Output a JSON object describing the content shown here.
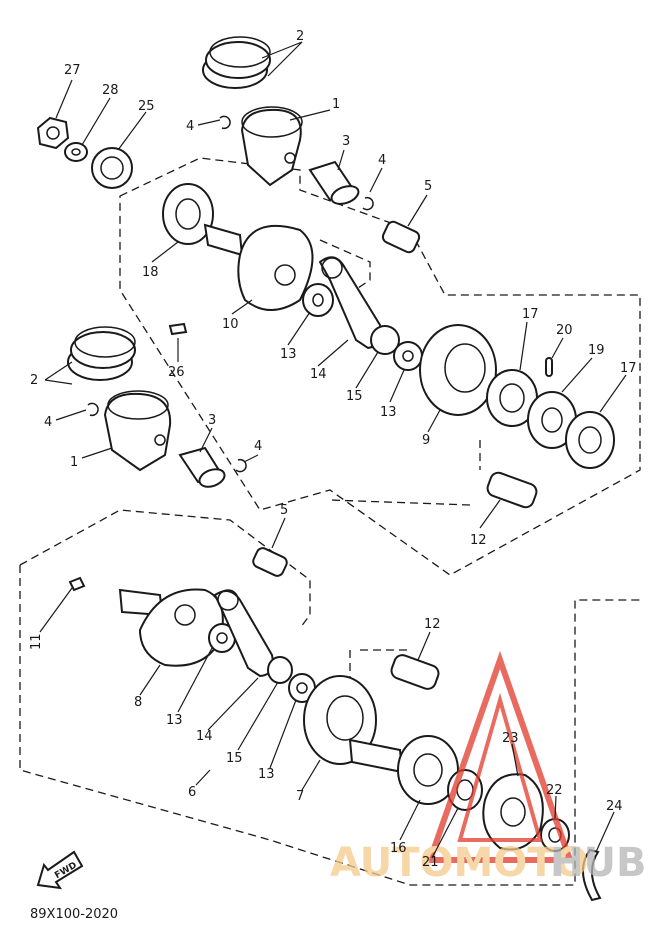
{
  "diagram_code": "89X100-2020",
  "fwd_label": "FWD",
  "watermark": {
    "left": "AUTOMOTO",
    "right": "HUB",
    "color_left": "#f5c98a",
    "color_right": "#b5b5b5",
    "logo_color": "#e23a2a"
  },
  "callouts": [
    {
      "id": "c2a",
      "text": "2"
    },
    {
      "id": "c27",
      "text": "27"
    },
    {
      "id": "c28",
      "text": "28"
    },
    {
      "id": "c25",
      "text": "25"
    },
    {
      "id": "c4a",
      "text": "4"
    },
    {
      "id": "c1a",
      "text": "1"
    },
    {
      "id": "c3a",
      "text": "3"
    },
    {
      "id": "c4b",
      "text": "4"
    },
    {
      "id": "c5a",
      "text": "5"
    },
    {
      "id": "c18",
      "text": "18"
    },
    {
      "id": "c10",
      "text": "10"
    },
    {
      "id": "c13a",
      "text": "13"
    },
    {
      "id": "c14a",
      "text": "14"
    },
    {
      "id": "c26",
      "text": "26"
    },
    {
      "id": "c15a",
      "text": "15"
    },
    {
      "id": "c13b",
      "text": "13"
    },
    {
      "id": "c9",
      "text": "9"
    },
    {
      "id": "c17a",
      "text": "17"
    },
    {
      "id": "c20",
      "text": "20"
    },
    {
      "id": "c19",
      "text": "19"
    },
    {
      "id": "c17b",
      "text": "17"
    },
    {
      "id": "c2b",
      "text": "2"
    },
    {
      "id": "c4c",
      "text": "4"
    },
    {
      "id": "c3b",
      "text": "3"
    },
    {
      "id": "c1b",
      "text": "1"
    },
    {
      "id": "c4d",
      "text": "4"
    },
    {
      "id": "c12a",
      "text": "12"
    },
    {
      "id": "c5b",
      "text": "5"
    },
    {
      "id": "c11",
      "text": "11"
    },
    {
      "id": "c12b",
      "text": "12"
    },
    {
      "id": "c8",
      "text": "8"
    },
    {
      "id": "c13c",
      "text": "13"
    },
    {
      "id": "c14b",
      "text": "14"
    },
    {
      "id": "c15b",
      "text": "15"
    },
    {
      "id": "c13d",
      "text": "13"
    },
    {
      "id": "c7",
      "text": "7"
    },
    {
      "id": "c6",
      "text": "6"
    },
    {
      "id": "c23",
      "text": "23"
    },
    {
      "id": "c22",
      "text": "22"
    },
    {
      "id": "c24",
      "text": "24"
    },
    {
      "id": "c16",
      "text": "16"
    },
    {
      "id": "c21",
      "text": "21"
    }
  ]
}
